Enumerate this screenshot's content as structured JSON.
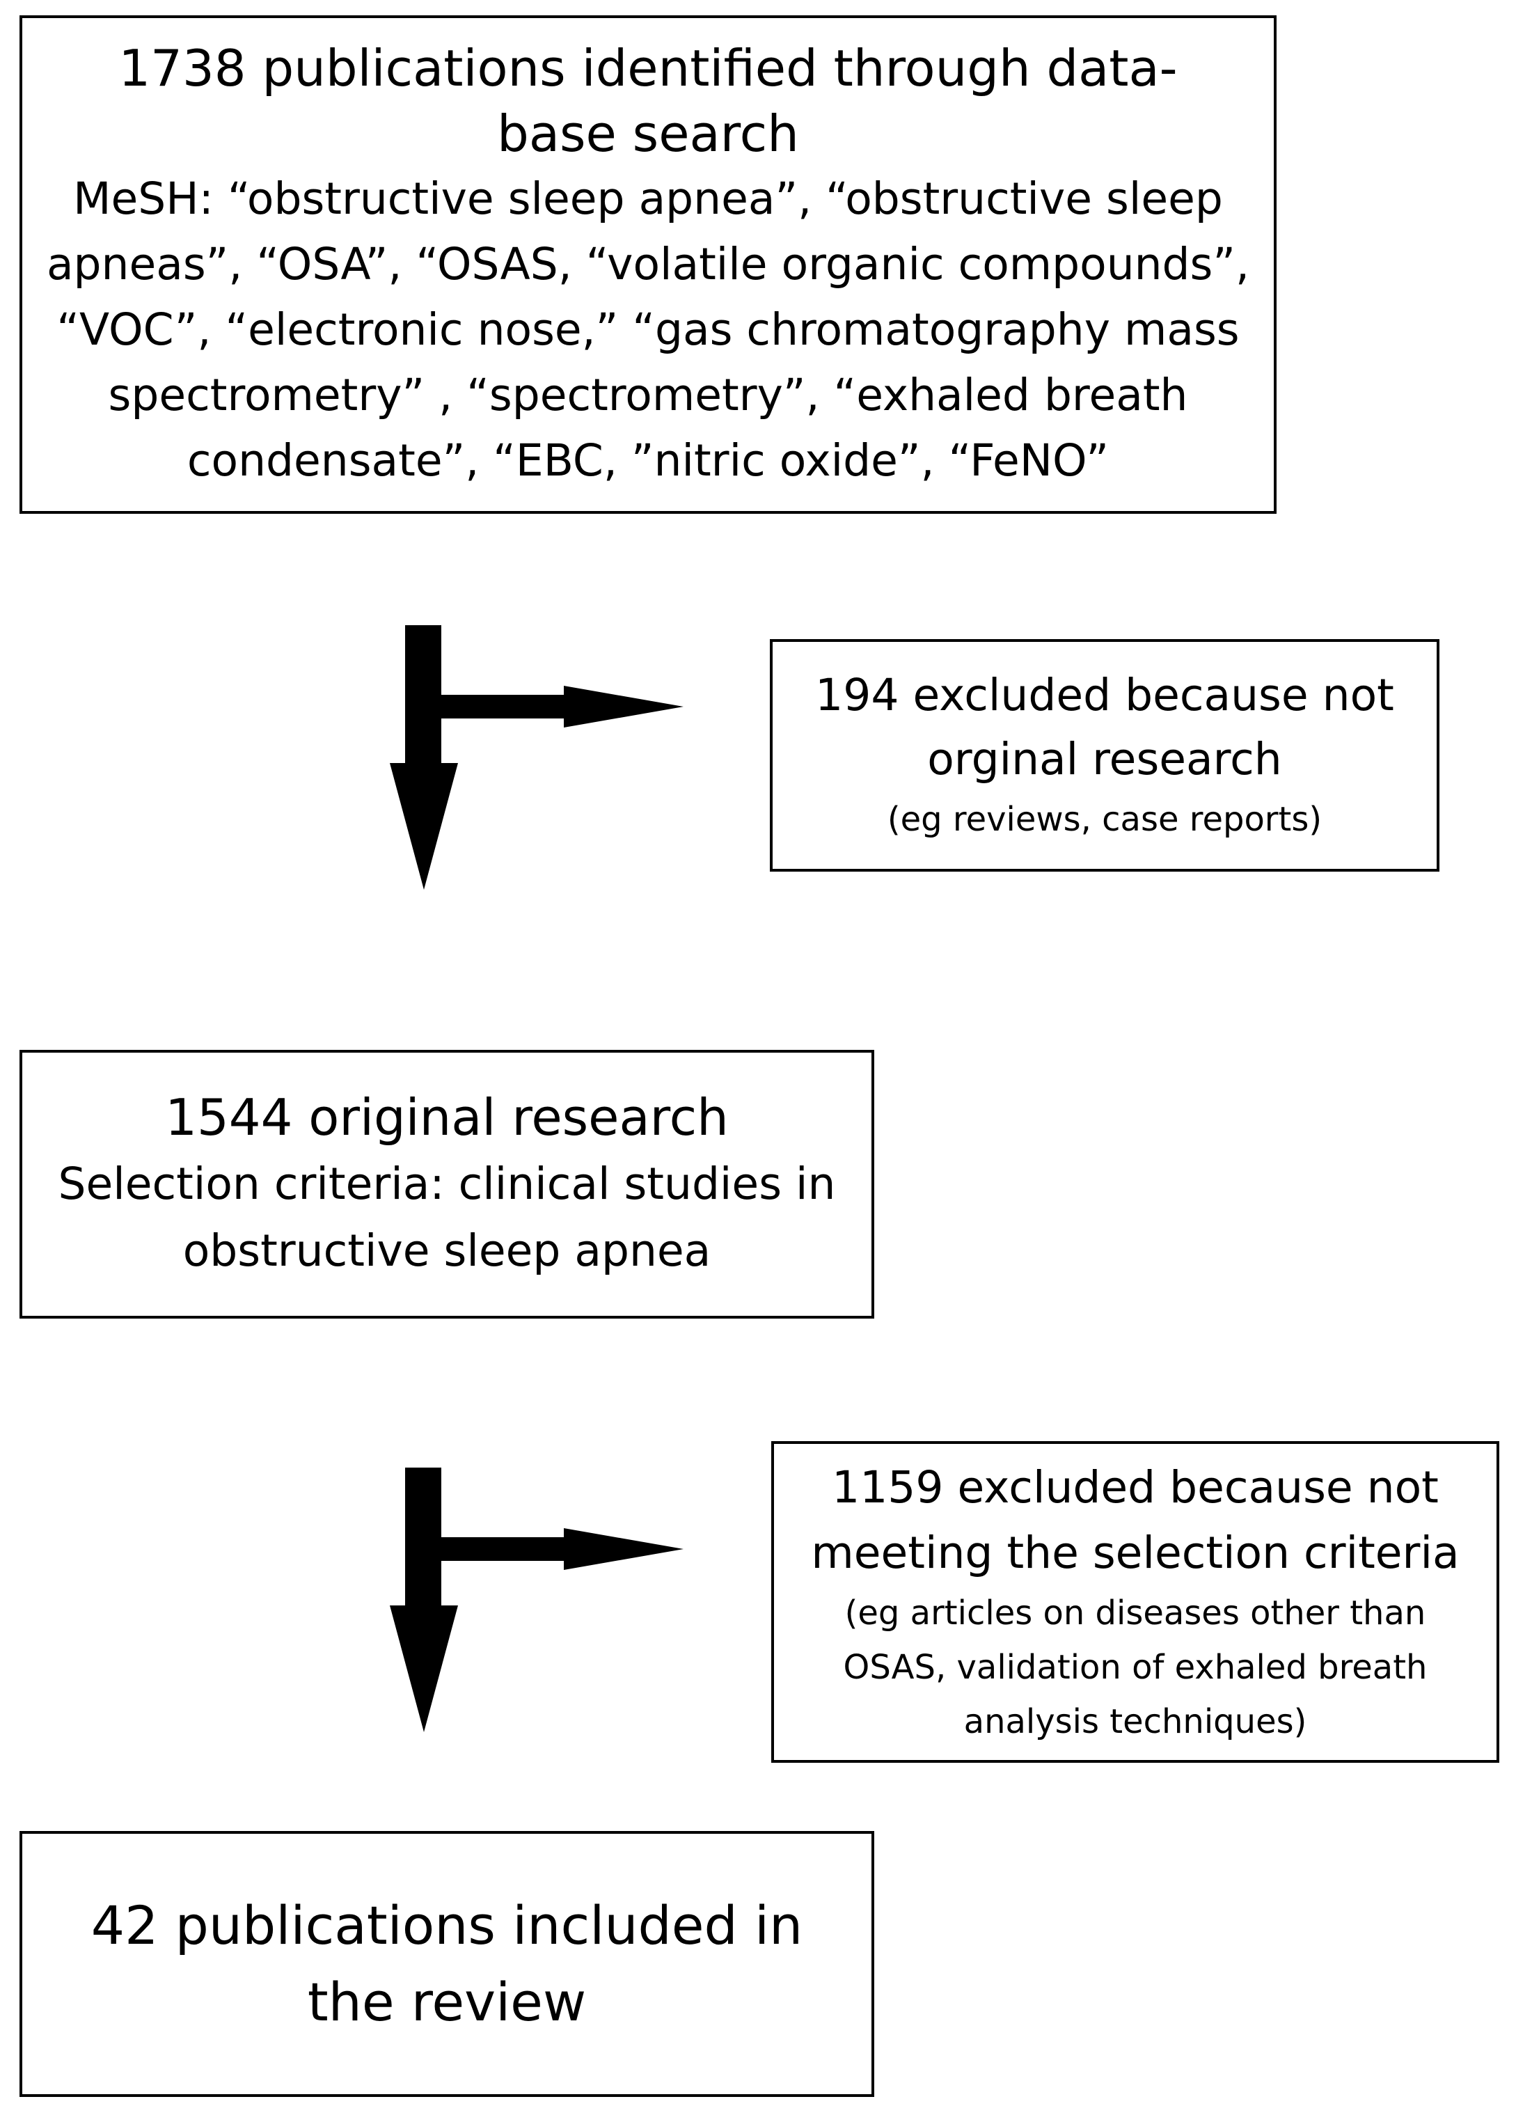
{
  "flow": {
    "search": {
      "title_lines": [
        "1738 publications identified through data-",
        "base search"
      ],
      "mesh_lines": [
        "MeSH: “obstructive sleep apnea”, “obstructive sleep",
        "apneas”, “OSA”, “OSAS, “volatile organic compounds”,",
        "“VOC”,  “electronic nose,” “gas chromatography mass",
        "spectrometry” ,  “spectrometry”, “exhaled breath",
        "condensate”, “EBC, ”nitric oxide”, “FeNO”"
      ]
    },
    "exclusion_1": {
      "title_lines": [
        "194 excluded because not",
        "orginal research"
      ],
      "note": "(eg reviews, case reports)"
    },
    "original_research": {
      "title": "1544 original research",
      "criteria_lines": [
        "Selection criteria: clinical studies in",
        "obstructive sleep apnea"
      ]
    },
    "exclusion_2": {
      "title_lines": [
        "1159 excluded because not",
        "meeting the selection criteria"
      ],
      "note_lines": [
        "(eg articles on diseases other than",
        "OSAS, validation of exhaled breath",
        "analysis techniques)"
      ]
    },
    "included": {
      "title_lines": [
        "42 publications included in",
        "the review"
      ]
    }
  }
}
